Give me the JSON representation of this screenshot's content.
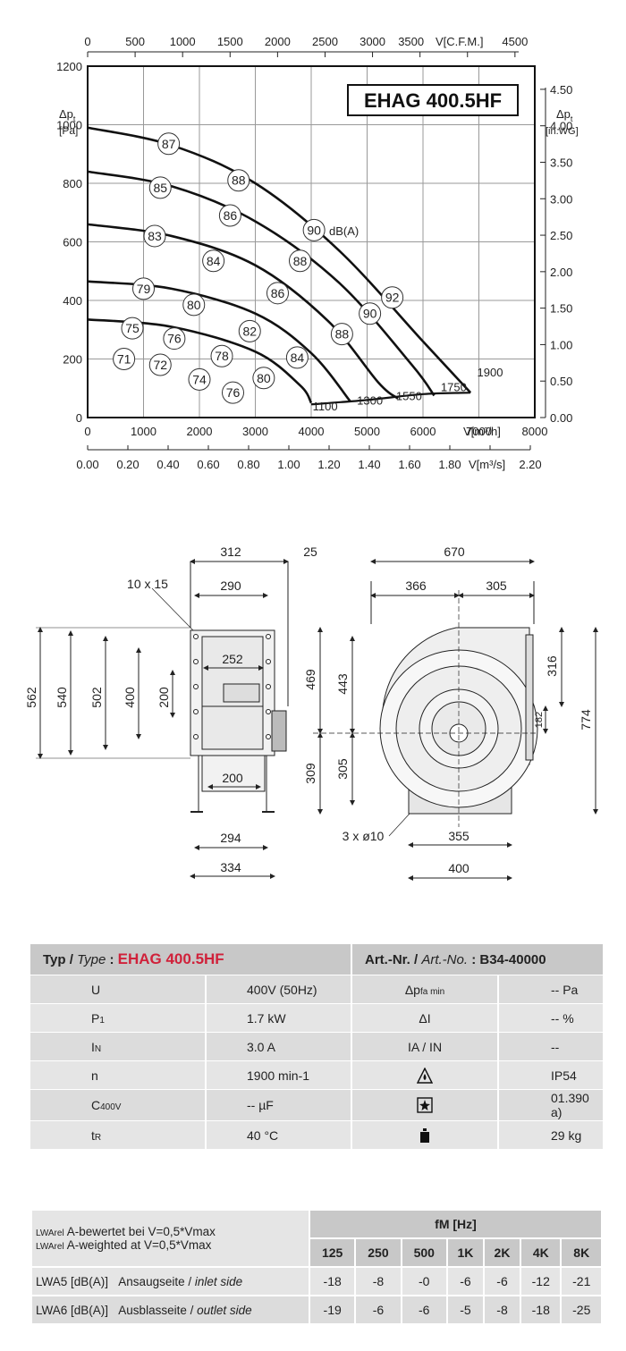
{
  "chart_data": {
    "type": "line",
    "title": "EHAG 400.5HF",
    "xlabel": "V[m³/h]",
    "ylabel": "Δpt [Pa]",
    "ylabel_right": "Δpt [in.WG]",
    "xlim": [
      0,
      8000
    ],
    "ylim": [
      0,
      1200
    ],
    "x_ticks": [
      "0",
      "1000",
      "2000",
      "3000",
      "4000",
      "5000",
      "6000",
      "7000",
      "8000"
    ],
    "y_ticks": [
      "0",
      "200",
      "400",
      "600",
      "800",
      "1000",
      "1200"
    ],
    "top_axis": {
      "label": "V[C.F.M.]",
      "ticks": [
        "0",
        "500",
        "1000",
        "1500",
        "2000",
        "2500",
        "3000",
        "3500",
        "4000",
        "4500"
      ]
    },
    "right_axis": {
      "ticks": [
        "0.00",
        "0.50",
        "1.00",
        "1.50",
        "2.00",
        "2.50",
        "3.00",
        "3.50",
        "4.00",
        "4.50"
      ]
    },
    "bottom_axis2": {
      "label": "V[m³/s]",
      "ticks": [
        "0.00",
        "0.20",
        "0.40",
        "0.60",
        "0.80",
        "1.00",
        "1.20",
        "1.40",
        "1.60",
        "1.80",
        "2.00",
        "2.20"
      ]
    },
    "unit_label": "dB(A)",
    "series": [
      {
        "name": "1900",
        "x": [
          0,
          1500,
          3000,
          4500,
          6000,
          6850
        ],
        "y": [
          990,
          930,
          800,
          570,
          260,
          85
        ]
      },
      {
        "name": "1750",
        "x": [
          0,
          1500,
          3000,
          4500,
          5800,
          6200
        ],
        "y": [
          840,
          790,
          670,
          460,
          180,
          75
        ]
      },
      {
        "name": "1550",
        "x": [
          0,
          1500,
          3000,
          4300,
          5200,
          5550
        ],
        "y": [
          660,
          620,
          520,
          330,
          120,
          65
        ]
      },
      {
        "name": "1300",
        "x": [
          0,
          1500,
          3000,
          4000,
          4700
        ],
        "y": [
          465,
          440,
          355,
          220,
          55
        ]
      },
      {
        "name": "1100",
        "x": [
          0,
          1500,
          3000,
          3800,
          4000
        ],
        "y": [
          335,
          310,
          225,
          110,
          50
        ]
      }
    ],
    "operating_line": {
      "x": [
        4000,
        5000,
        6000,
        6850
      ],
      "y": [
        45,
        60,
        80,
        85
      ]
    },
    "speed_labels": [
      {
        "text": "1900",
        "x": 7200,
        "y": 140
      },
      {
        "text": "1750",
        "x": 6550,
        "y": 90
      },
      {
        "text": "1550",
        "x": 5750,
        "y": 60
      },
      {
        "text": "1300",
        "x": 5050,
        "y": 45
      },
      {
        "text": "1100",
        "x": 4250,
        "y": 25
      }
    ],
    "noise_markers": [
      {
        "v": "87",
        "x": 1450,
        "y": 935
      },
      {
        "v": "88",
        "x": 2700,
        "y": 810
      },
      {
        "v": "90",
        "x": 4050,
        "y": 640
      },
      {
        "v": "92",
        "x": 5450,
        "y": 410
      },
      {
        "v": "85",
        "x": 1300,
        "y": 785
      },
      {
        "v": "86",
        "x": 2550,
        "y": 690
      },
      {
        "v": "88",
        "x": 3800,
        "y": 535
      },
      {
        "v": "90",
        "x": 5050,
        "y": 355
      },
      {
        "v": "83",
        "x": 1200,
        "y": 620
      },
      {
        "v": "84",
        "x": 2250,
        "y": 535
      },
      {
        "v": "86",
        "x": 3400,
        "y": 425
      },
      {
        "v": "88",
        "x": 4550,
        "y": 285
      },
      {
        "v": "79",
        "x": 1000,
        "y": 440
      },
      {
        "v": "80",
        "x": 1900,
        "y": 385
      },
      {
        "v": "82",
        "x": 2900,
        "y": 295
      },
      {
        "v": "84",
        "x": 3750,
        "y": 205
      },
      {
        "v": "75",
        "x": 800,
        "y": 305
      },
      {
        "v": "76",
        "x": 1550,
        "y": 270
      },
      {
        "v": "78",
        "x": 2400,
        "y": 210
      },
      {
        "v": "80",
        "x": 3150,
        "y": 135
      },
      {
        "v": "71",
        "x": 650,
        "y": 200
      },
      {
        "v": "72",
        "x": 1300,
        "y": 180
      },
      {
        "v": "74",
        "x": 2000,
        "y": 130
      },
      {
        "v": "76",
        "x": 2600,
        "y": 85
      }
    ]
  },
  "drawing": {
    "side_view": {
      "dims": [
        "312",
        "25",
        "290",
        "10 x 15",
        "252",
        "562",
        "540",
        "502",
        "400",
        "200",
        "200",
        "294",
        "334"
      ]
    },
    "front_view": {
      "dims": [
        "670",
        "366",
        "305",
        "469",
        "443",
        "316",
        "182",
        "774",
        "309",
        "305",
        "3 x ø10",
        "355",
        "400"
      ]
    }
  },
  "spec": {
    "type_label": "Typ / ",
    "type_label_en": "Type",
    "type_value": "EHAG 400.5HF",
    "art_label": "Art.-Nr. / ",
    "art_label_en": "Art.-No.",
    "art_value": "B34-40000",
    "rows": [
      {
        "k": "U",
        "ks": "",
        "v": "400V (50Hz)",
        "k2": "Δp",
        "k2s": "fa min",
        "v2": "-- Pa"
      },
      {
        "k": "P",
        "ks": "1",
        "v": "1.7 kW",
        "k2": "ΔI",
        "k2s": "",
        "v2": "-- %"
      },
      {
        "k": "I",
        "ks": "N",
        "v": "3.0 A",
        "k2": "IA / IN",
        "k2s": "",
        "v2": "--"
      },
      {
        "k": "n",
        "ks": "",
        "v": "1900 min-1",
        "k2": "",
        "k2s": "",
        "v2": "IP54",
        "icon": "protection-icon"
      },
      {
        "k": "C",
        "ks": "400V",
        "v": "-- µF",
        "k2": "",
        "k2s": "",
        "v2": "01.390 a)",
        "icon": "wiring-diagram-icon"
      },
      {
        "k": "t",
        "ks": "R",
        "v": "40 °C",
        "k2": "",
        "k2s": "",
        "v2": "29 kg",
        "icon": "weight-icon"
      }
    ]
  },
  "noise": {
    "label_de": "A-bewertet bei V=0,5*Vmax",
    "label_en": "A-weighted at V=0,5*Vmax",
    "lw_prefix": "LWArel",
    "freq_header": "fM [Hz]",
    "freqs": [
      "125",
      "250",
      "500",
      "1K",
      "2K",
      "4K",
      "8K"
    ],
    "rows": [
      {
        "label": "LWA5 [dB(A)]",
        "side_de": "Ansaugseite / ",
        "side_en": "inlet side",
        "values": [
          "-18",
          "-8",
          "-0",
          "-6",
          "-6",
          "-12",
          "-21"
        ]
      },
      {
        "label": "LWA6 [dB(A)]",
        "side_de": "Ausblasseite / ",
        "side_en": "outlet side",
        "values": [
          "-19",
          "-6",
          "-6",
          "-5",
          "-8",
          "-18",
          "-25"
        ]
      }
    ]
  }
}
